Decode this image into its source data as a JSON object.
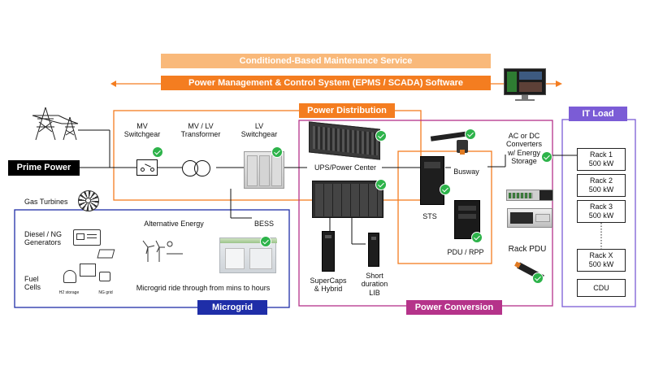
{
  "banners": {
    "cbm": "Conditioned-Based Maintenance Service",
    "epms": "Power Management & Control System (EPMS / SCADA) Software"
  },
  "sections": {
    "power_distribution": "Power Distribution",
    "it_load": "IT Load",
    "microgrid": "Microgrid",
    "power_conversion": "Power Conversion"
  },
  "prime_power": "Prime Power",
  "components": {
    "mv_switchgear": "MV\nSwitchgear",
    "mv_lv_transformer": "MV / LV\nTransformer",
    "lv_switchgear": "LV\nSwitchgear",
    "ups": "UPS/Power Center",
    "sts": "STS",
    "busway": "Busway",
    "pdu_rpp": "PDU / RPP",
    "converters": "AC or DC\nConverters\nw/ Energy\nStorage",
    "rack_pdu": "Rack PDU",
    "bess": "BESS",
    "supercaps": "SuperCaps\n& Hybrid",
    "lib": "Short\nduration\nLIB"
  },
  "microgrid": {
    "gas_turbines": "Gas Turbines",
    "generators": "Diesel / NG\nGenerators",
    "fuel_cells": "Fuel\nCells",
    "h2_storage": "H2 storage",
    "ng_grid": "NG grid",
    "alt_energy": "Alternative Energy",
    "ride_through": "Microgrid ride through from mins to hours"
  },
  "racks": [
    {
      "name": "Rack 1",
      "power": "500 kW"
    },
    {
      "name": "Rack 2",
      "power": "500 kW"
    },
    {
      "name": "Rack 3",
      "power": "500 kW"
    },
    {
      "name": "Rack X",
      "power": "500 kW"
    }
  ],
  "cdu": "CDU",
  "colors": {
    "orange": "#f47d20",
    "light_orange": "#f9b97a",
    "purple": "#7b5cd6",
    "magenta": "#b5338a",
    "navy": "#1f2ea8",
    "check_green": "#2db34a"
  }
}
